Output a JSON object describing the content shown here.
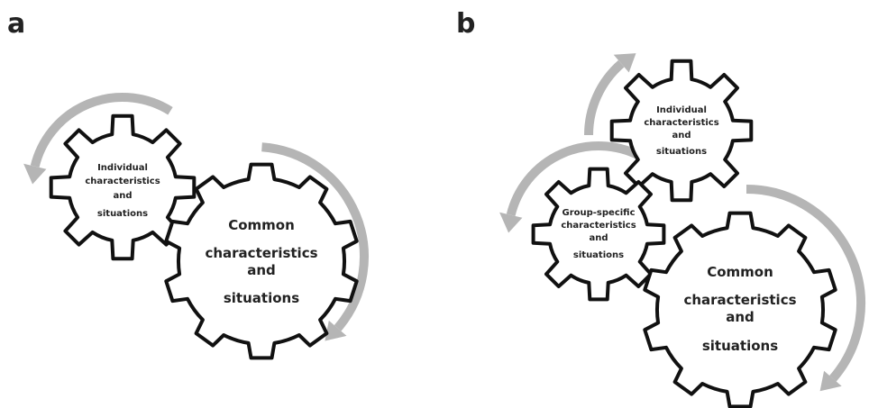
{
  "panels": {
    "a": {
      "letter": "a",
      "small_gear": {
        "lines": [
          "Individual",
          "characteristics",
          "and",
          "situations"
        ]
      },
      "large_gear": {
        "lines": [
          "Common",
          "characteristics",
          "and",
          "situations"
        ]
      }
    },
    "b": {
      "letter": "b",
      "top_gear": {
        "lines": [
          "Individual",
          "characteristics",
          "and",
          "situations"
        ]
      },
      "middle_gear": {
        "lines": [
          "Group-specific",
          "characteristics",
          "and",
          "situations"
        ]
      },
      "large_gear": {
        "lines": [
          "Common",
          "characteristics",
          "and",
          "situations"
        ]
      }
    }
  },
  "colors": {
    "gear_stroke": "#111111",
    "gear_fill": "#ffffff",
    "arrow": "#b5b5b5"
  }
}
